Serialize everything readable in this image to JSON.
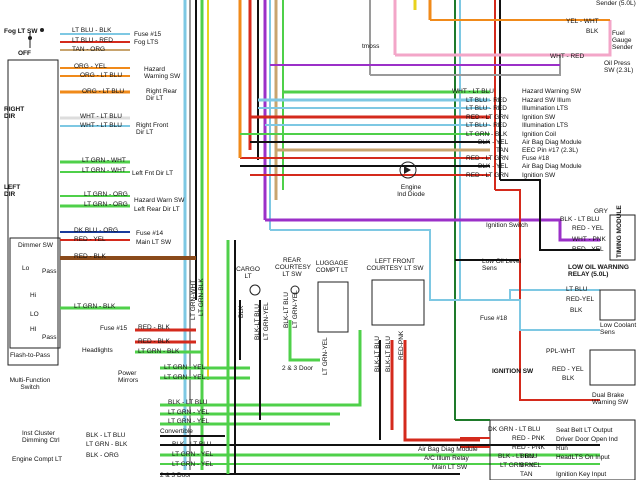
{
  "colors": {
    "lt_blu": "#7ec8e3",
    "blk": "#111111",
    "red": "#d42a1c",
    "orange": "#f08a1a",
    "lt_grn": "#4fd04a",
    "purple": "#9b30c8",
    "pink": "#f3a6c8",
    "yellow": "#e8d21e",
    "tan": "#c8a46e",
    "white": "#dddddd",
    "dk_grn": "#1e7a2a",
    "dk_blu": "#1a3b9c",
    "brown": "#8a4a1a",
    "gray": "#9a9a9a"
  },
  "left": {
    "fog_sw": "Fog LT SW",
    "off": "OFF",
    "fog_wires": [
      "LT BLU - BLK",
      "LT BLU - RED",
      "TAN - ORG"
    ],
    "fuse15": "Fuse #15",
    "fog_lts": "Fog LTS",
    "org_yel": "ORG - YEL",
    "org_ltblu": "ORG - LT BLU",
    "hazard_warning_sw": "Hazard Warning SW",
    "org_ltblu2": "ORG - LT BLU",
    "right_rear_dir": "Right Rear Dir LT",
    "right_dir": "RIGHT DIR",
    "wht_ltblu": "WHT - LT BLU",
    "wht_ltblu2": "WHT - LT BLU",
    "right_front_dir": "Right Front Dir LT",
    "lt_grn_wht": "LT GRN - WHT",
    "lt_grn_wht2": "LT GRN - WHT",
    "left_fnt_dir": "Left Fnt Dir LT",
    "left_dir": "LEFT DIR",
    "lt_grn_org": "LT GRN - ORG",
    "hazard_warn_sw": "Hazard Warn SW",
    "lt_grn_org2": "LT GRN - ORG",
    "left_rear_dir": "Left Rear Dir LT",
    "dk_blu_org": "DK BLU - ORG",
    "fuse14": "Fuse #14",
    "red_yel": "RED - YEL",
    "main_lt_sw": "Main LT SW",
    "dimmer_sw": "Dimmer SW",
    "red_blk": "RED - BLK",
    "lo": "Lo",
    "pass": "Pass",
    "hi": "Hi",
    "lo2": "LO",
    "hi2": "HI",
    "pass2": "Pass",
    "lt_grn_blk": "LT GRN - BLK",
    "flash_to_pass": "Flash-to-Pass",
    "multi_function": "Multi-Function Switch",
    "fuse15b": "Fuse #15",
    "red_blk2": "RED - BLK",
    "red_blk3": "RED - BLK",
    "headlights": "Headlights",
    "lt_grn_blk2": "LT GRN - BLK",
    "power_mirrors": "Power Mirrors",
    "lt_grn_yel": "LT GRN - YEL",
    "lt_grn_yel2": "LT GRN - YEL",
    "blk_ltblu": "BLK - LT BLU",
    "lt_grn_yel3": "LT GRN - YEL",
    "lt_grn_yel4": "LT GRN - YEL",
    "convertible": "Convertible",
    "inst_cluster": "Inst Cluster Dimming Ctrl",
    "blk_ltblu2": "BLK - LT BLU",
    "lt_grn_blk3": "LT GRN - BLK",
    "blk_ltblu3": "BLK - LT BLU",
    "lt_grn_yel5": "LT GRN - YEL",
    "engine_compt": "Engine Compt LT",
    "blk_org": "BLK - ORG",
    "lt_grn_yel6": "LT GRN - YEL",
    "two_three_door": "2 & 3 Door"
  },
  "mid": {
    "cargo_lt": "CARGO LT",
    "rear_courtesy": "REAR COURTESY LT SW",
    "luggage": "LUGGAGE COMPT LT",
    "left_front": "LEFT FRONT COURTESY LT SW",
    "blk": "BLK",
    "blk_ltblu": "BLK-LT BLU",
    "lt_grn_yel": "LT GRN-YEL",
    "blk_ltblu2": "BLK-LT BLU",
    "lt_grn_yel2": "LT GRN-YEL",
    "blk_ltblu3": "BLK-LT BLU",
    "blk_ltblu4": "BLK-LT BLU",
    "red_pnk": "RED-PNK",
    "two_three_door": "2 & 3 Door",
    "lt_grn_wht_v": "LT GRN-WHT",
    "lt_grn_blk_v": "LT GRN-BLK",
    "tmoss": "tmoss",
    "engine_ind": "Engine Ind Diode"
  },
  "right": {
    "sender_top": "Sender (5.0L)",
    "yel_wht": "YEL - WHT",
    "blk": "BLK",
    "fuel_gauge": "Fuel Gauge Sender",
    "wht_red": "WHT - RED",
    "oil_press": "Oil Press SW (2.3L)",
    "wht_ltblu": "WHT - LT BLU",
    "hazard_warning": "Hazard Warning SW",
    "lt_blu_red": "LT BLU - RED",
    "hazard_sw_illum": "Hazard SW Illum",
    "lt_blu_red2": "LT BLU - RED",
    "illum_lts": "Illumination LTS",
    "red_lt_grn": "RED - LT GRN",
    "ignition_sw": "Ignition SW",
    "lt_blu_red3": "LT BLU - RED",
    "illum_lts2": "Illumination LTS",
    "lt_grn_blk": "LT GRN - BLK",
    "ignition_coil": "Ignition Coil",
    "blk_yel": "BLK - YEL",
    "airbag_diag": "Air Bag Diag Module",
    "tan": "TAN",
    "eec_pin": "EEC Pin #17 (2.3L)",
    "red_lt_grn2": "RED - LT GRN",
    "fuse18": "Fuse #18",
    "blk_yel2": "BLK - YEL",
    "airbag_diag2": "Air Bag Diag Module",
    "red_lt_grn3": "RED - LT GRN",
    "ignition_sw2": "Ignition SW",
    "gry": "GRY",
    "blk_lt_blu": "BLK - LT BLU",
    "ignition_switch": "Ignition Switch",
    "red_yel": "RED - YEL",
    "wht_pnk": "WHT - PNK",
    "timing_module": "TIMING MODULE",
    "red_yel2": "RED - YEL",
    "low_oil_sens": "Low Oil Level Sens",
    "low_oil_relay": "LOW OIL WARNING RELAY (5.0L)",
    "lt_blu": "LT BLU",
    "red_yel3": "RED-YEL",
    "fuse18b": "Fuse #18",
    "low_coolant": "Low Coolant Sens",
    "ppl_wht": "PPL-WHT",
    "ignition_sw3": "IGNITION SW",
    "red_yel4": "RED - YEL",
    "blk2": "BLK",
    "dual_brake": "Dual Brake Warning SW",
    "dk_grn_ltblu": "DK GRN - LT BLU",
    "seat_belt": "Seat Belt LT Output",
    "red_pnk": "RED - PNK",
    "driver_door": "Driver Door Open Ind",
    "run": "Run",
    "airbag_diag3": "Air Bag Diag Module",
    "red_pnk2": "RED - PNK",
    "ac_illum": "A/C Illum Relay",
    "blk_ltblu": "BLK - LT BLU",
    "brn": "BRN",
    "headlts_on": "HeadLTS On Input",
    "main_lt_sw": "Main LT SW",
    "lt_grn_yel": "LT GRN - YEL",
    "ignition_key": "Ignition Key Input",
    "brn2": "BRN",
    "tan2": "TAN"
  }
}
